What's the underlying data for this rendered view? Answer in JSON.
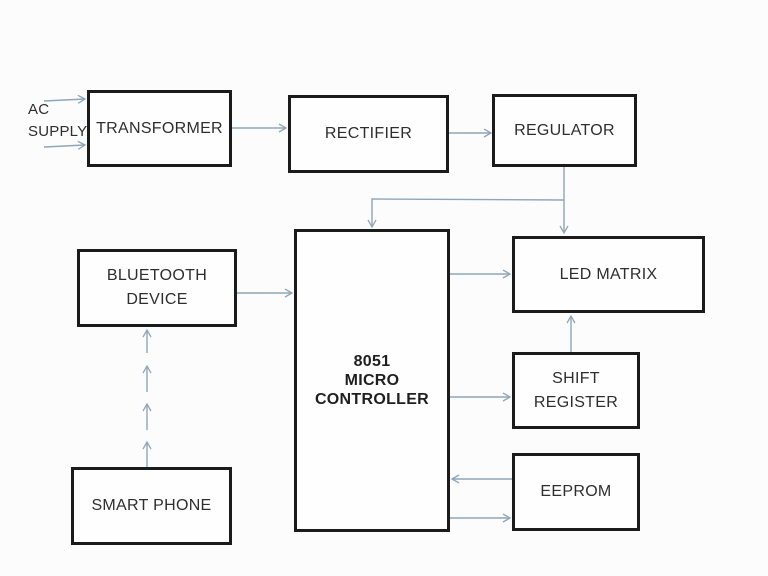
{
  "colors": {
    "background": "#fcfcfc",
    "box_fill": "#fefefe",
    "box_border": "#1b1b1b",
    "arrow": "#8fa5b8",
    "text": "#2e2e2e"
  },
  "blocks": {
    "ac_supply": {
      "lines": [
        "AC",
        "SUPPLY"
      ]
    },
    "transformer": {
      "lines": [
        "TRANSFORMER"
      ]
    },
    "rectifier": {
      "lines": [
        "RECTIFIER"
      ]
    },
    "regulator": {
      "lines": [
        "REGULATOR"
      ]
    },
    "bluetooth_device": {
      "lines": [
        "BLUETOOTH",
        "DEVICE"
      ]
    },
    "smart_phone": {
      "lines": [
        "SMART PHONE"
      ]
    },
    "microcontroller": {
      "lines": [
        "8051",
        "MICRO",
        "CONTROLLER"
      ]
    },
    "led_matrix": {
      "lines": [
        "LED MATRIX"
      ]
    },
    "shift_register": {
      "lines": [
        "SHIFT",
        "REGISTER"
      ]
    },
    "eeprom": {
      "lines": [
        "EEPROM"
      ]
    }
  },
  "connections": [
    {
      "from": "AC SUPPLY",
      "to": "TRANSFORMER",
      "style": "double-arrow"
    },
    {
      "from": "TRANSFORMER",
      "to": "RECTIFIER",
      "style": "solid"
    },
    {
      "from": "RECTIFIER",
      "to": "REGULATOR",
      "style": "solid"
    },
    {
      "from": "REGULATOR",
      "to": "LED MATRIX",
      "style": "solid"
    },
    {
      "from": "REGULATOR",
      "to": "8051 MICRO CONTROLLER",
      "style": "solid"
    },
    {
      "from": "BLUETOOTH DEVICE",
      "to": "8051 MICRO CONTROLLER",
      "style": "solid"
    },
    {
      "from": "SMART PHONE",
      "to": "BLUETOOTH DEVICE",
      "style": "segmented-arrows"
    },
    {
      "from": "8051 MICRO CONTROLLER",
      "to": "LED MATRIX",
      "style": "solid"
    },
    {
      "from": "8051 MICRO CONTROLLER",
      "to": "SHIFT REGISTER",
      "style": "solid"
    },
    {
      "from": "SHIFT REGISTER",
      "to": "LED MATRIX",
      "style": "solid"
    },
    {
      "from": "EEPROM",
      "to": "8051 MICRO CONTROLLER",
      "style": "solid"
    },
    {
      "from": "8051 MICRO CONTROLLER",
      "to": "EEPROM",
      "style": "solid"
    }
  ]
}
